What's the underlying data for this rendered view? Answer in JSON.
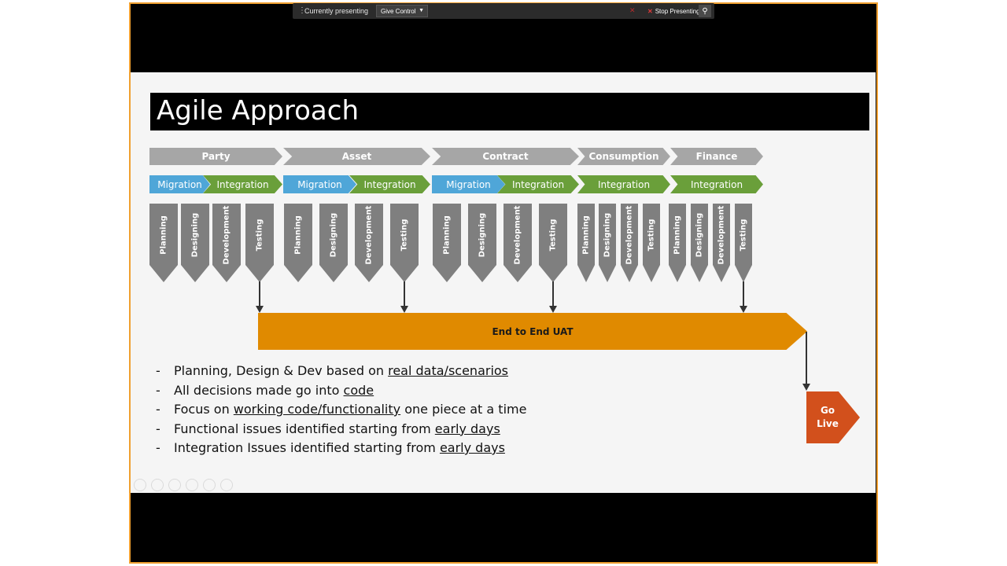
{
  "toolbar": {
    "status_label": "Currently presenting",
    "give_control_label": "Give Control",
    "stop_label": "Stop Presenting"
  },
  "slide": {
    "title": "Agile Approach",
    "streams": [
      "Party",
      "Asset",
      "Contract",
      "Consumption",
      "Finance"
    ],
    "phases": [
      "Migration",
      "Integration",
      "Migration",
      "Integration",
      "Migration",
      "Integration",
      "Integration",
      "Integration"
    ],
    "activities": [
      "Planning",
      "Designing",
      "Development",
      "Testing"
    ],
    "uat_label": "End to End UAT",
    "golive_label": "Go Live",
    "bullets": [
      {
        "dash": "-",
        "prefix": "Planning, Design & Dev based on ",
        "underlined": "real data/scenarios",
        "suffix": ""
      },
      {
        "dash": "-",
        "prefix": "All decisions made go into ",
        "underlined": "code",
        "suffix": ""
      },
      {
        "dash": "-",
        "prefix": "Focus on ",
        "underlined": "working code/functionality",
        "suffix": " one piece at a time"
      },
      {
        "dash": "-",
        "prefix": "Functional issues identified starting from ",
        "underlined": "early days",
        "suffix": ""
      },
      {
        "dash": "-",
        "prefix": "Integration Issues identified starting from ",
        "underlined": "early days",
        "suffix": ""
      }
    ]
  },
  "colors": {
    "stream": "#a6a6a6",
    "migration": "#4fa6d8",
    "integration": "#6a9f3a",
    "activity": "#7f7f7f",
    "uat": "#e08a00",
    "golive": "#d2501c",
    "frame_border": "#f0a030"
  },
  "icons": {
    "grip": "grip-vertical-icon",
    "dropdown": "caret-down-icon",
    "close": "close-icon",
    "stop": "stop-presenting-icon",
    "pin": "pin-icon"
  }
}
